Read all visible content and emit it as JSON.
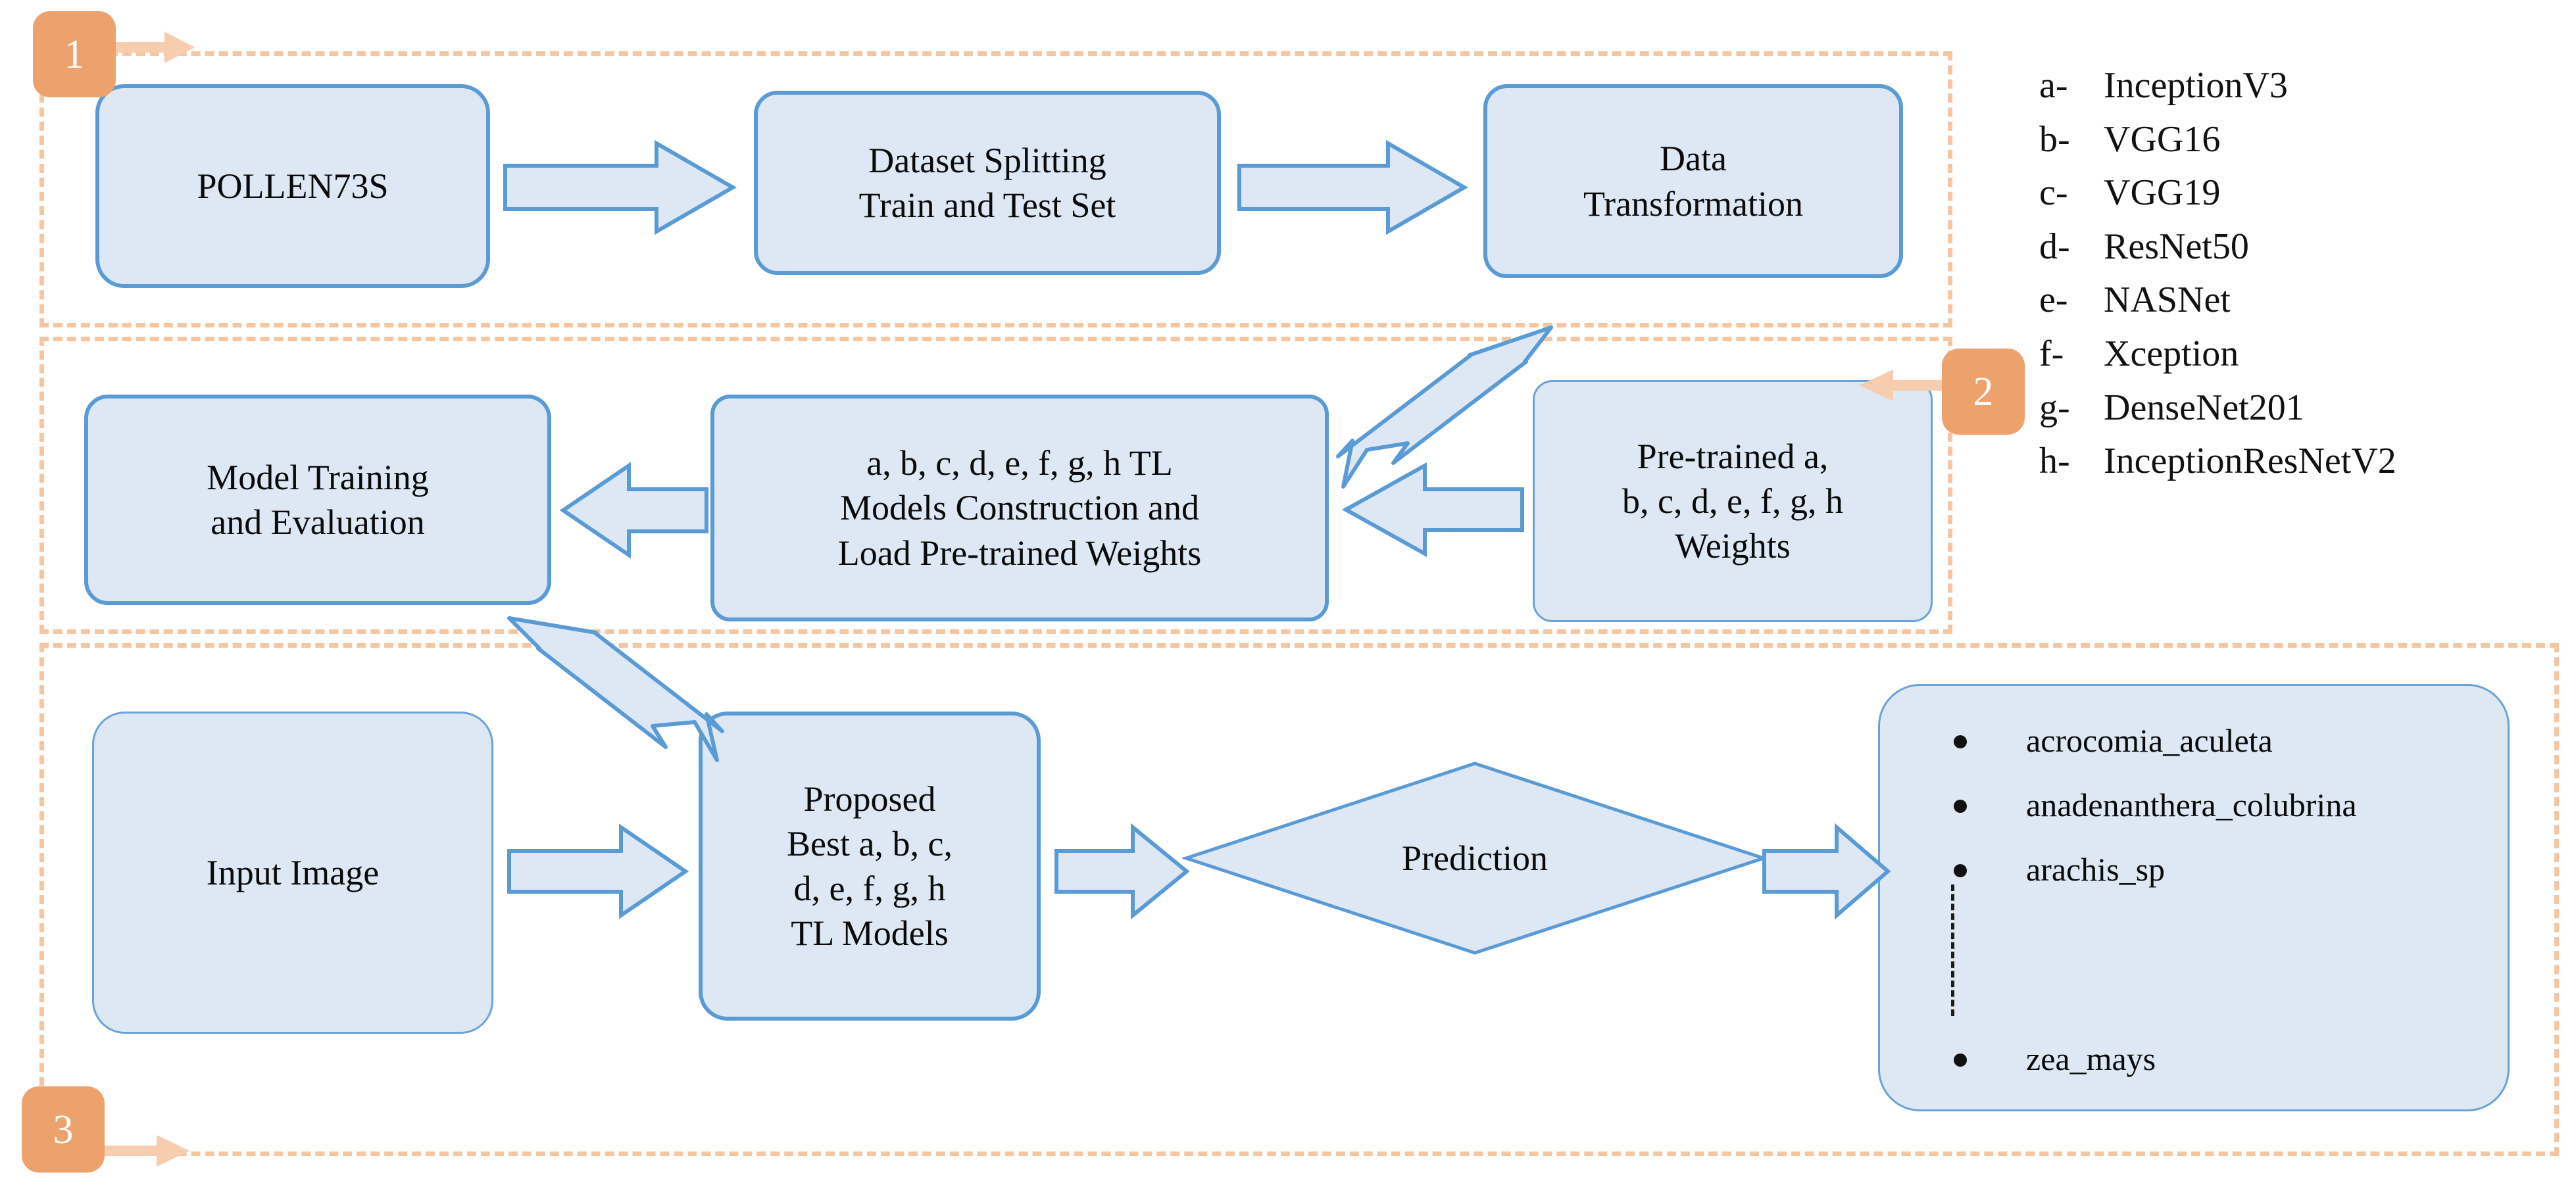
{
  "colors": {
    "node_fill": "#dde8f4",
    "node_border": "#5b9bd5",
    "badge_fill": "#eda26e",
    "region_dash": "#f5c6a0",
    "arrow_fill": "#dde8f4",
    "arrow_stroke": "#5b9bd5",
    "text": "#0a0a0a"
  },
  "badges": [
    {
      "id": "1",
      "label": "1"
    },
    {
      "id": "2",
      "label": "2"
    },
    {
      "id": "3",
      "label": "3"
    }
  ],
  "stage1": {
    "dataset_box": "POLLEN73S",
    "split_box": "Dataset Splitting\nTrain and Test Set",
    "transform_box": "Data\nTransformation"
  },
  "stage2": {
    "training_box": "Model Training\nand Evaluation",
    "construction_box": "a, b, c, d, e, f, g, h TL\nModels Construction and\nLoad Pre-trained Weights",
    "weights_box": "Pre-trained a,\nb, c, d, e, f, g, h\nWeights"
  },
  "stage3": {
    "input_box": "Input Image",
    "best_models_box": "Proposed\nBest a, b, c,\nd, e, f, g, h\nTL Models",
    "prediction_diamond": "Prediction",
    "output_classes": [
      "acrocomia_aculeta",
      "anadenanthera_colubrina",
      "arachis_sp",
      "zea_mays"
    ],
    "output_ellipsis": "vertical-dashed-ellipsis"
  },
  "legend": {
    "items": [
      {
        "key": "a-",
        "value": "InceptionV3"
      },
      {
        "key": "b-",
        "value": "VGG16"
      },
      {
        "key": "c-",
        "value": "VGG19"
      },
      {
        "key": "d-",
        "value": "ResNet50"
      },
      {
        "key": "e-",
        "value": "NASNet"
      },
      {
        "key": "f-",
        "value": "Xception"
      },
      {
        "key": "g-",
        "value": "DenseNet201"
      },
      {
        "key": "h-",
        "value": "InceptionResNetV2"
      }
    ]
  }
}
